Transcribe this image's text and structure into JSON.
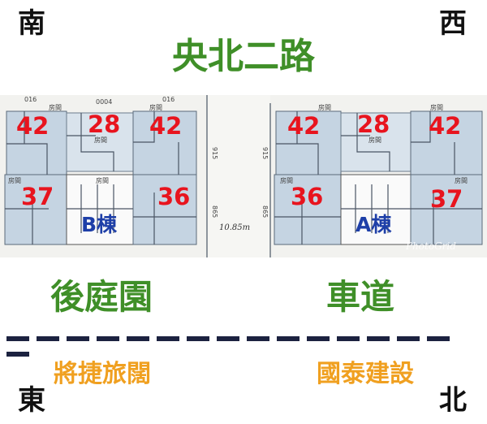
{
  "directions": {
    "top_left": "南",
    "top_right": "西",
    "bottom_left": "東",
    "bottom_right": "北"
  },
  "road": "央北二路",
  "left_label": "後庭園",
  "right_label": "車道",
  "left_neighbor": "將捷旅闊",
  "right_neighbor": "國泰建設",
  "building_b": {
    "name": "B棟",
    "top_units": [
      "42",
      "28",
      "42"
    ],
    "bottom_units": [
      "37",
      "36"
    ]
  },
  "building_a": {
    "name": "A棟",
    "top_units": [
      "42",
      "28",
      "42"
    ],
    "bottom_units": [
      "36",
      "37"
    ]
  },
  "watermark": "PhotoGrid",
  "plan_marks": {
    "ground_note": "10.85m",
    "dims": [
      "016",
      "0004",
      "016",
      "915",
      "915",
      "865",
      "865"
    ],
    "room_small": "房間"
  },
  "colors": {
    "unit_fill": "#c5d4e2",
    "number": "#e8141e",
    "building": "#1e3fa8",
    "green": "#3f8f28",
    "orange": "#f0a020",
    "dash": "#1c2240"
  }
}
